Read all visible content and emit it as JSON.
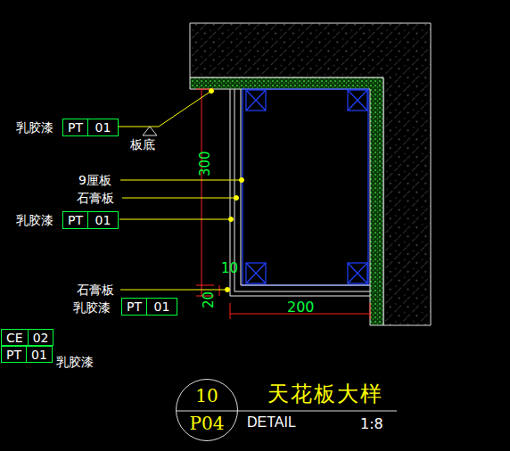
{
  "diagram": {
    "title": "天花板大样",
    "nodes": [
      {
        "text": [
          "PT",
          "01"
        ]
      },
      {
        "text": [
          "PT",
          "01"
        ]
      },
      {
        "text": [
          "PT",
          "01"
        ]
      },
      {
        "text": [
          "CE",
          "02"
        ]
      },
      {
        "text": [
          "PT",
          "01"
        ]
      },
      {
        "text": [
          "10",
          "P04"
        ]
      }
    ],
    "labels": [
      "乳胶漆",
      "板底",
      "9厘板",
      "石膏板",
      "乳胶漆",
      "石膏板",
      "乳胶漆",
      "乳胶漆",
      "300",
      "10",
      "20",
      "200",
      "DETAIL",
      "1:8"
    ]
  }
}
